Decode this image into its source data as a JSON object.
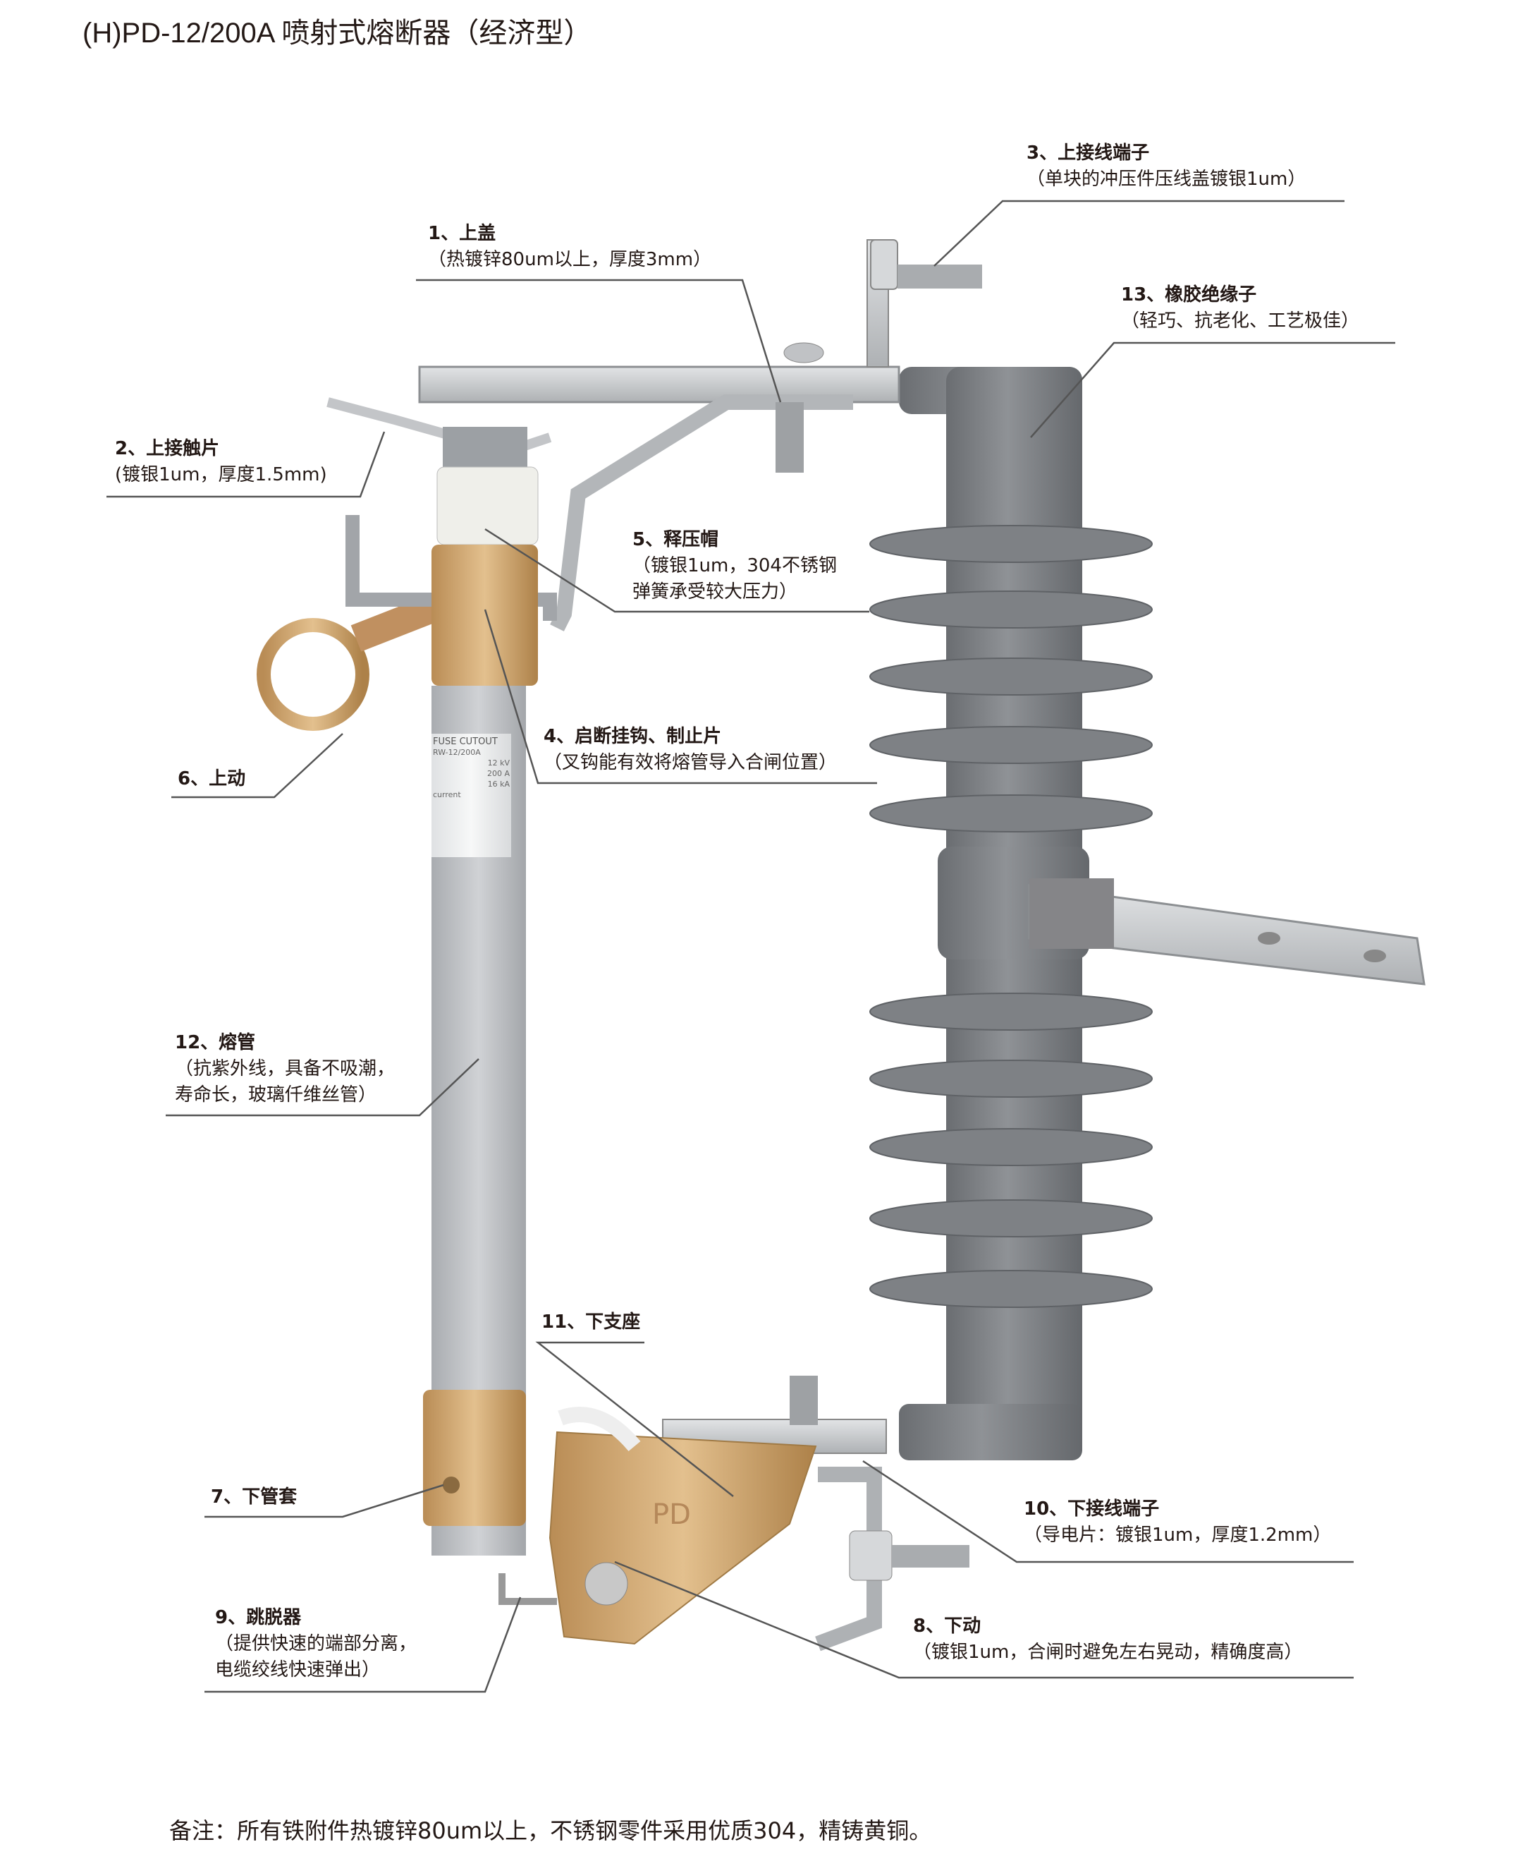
{
  "title": "(H)PD-12/200A 喷射式熔断器（经济型）",
  "tube_label": {
    "heading": "FUSE CUTOUT",
    "model": "RW-12/200A",
    "rows": [
      "12  kV",
      "200  A",
      "16  kA"
    ],
    "extra": "current"
  },
  "callouts": [
    {
      "id": "1",
      "heading": "1、上盖",
      "lines": [
        "（热镀锌80um以上，厚度3mm）"
      ]
    },
    {
      "id": "2",
      "heading": "2、上接触片",
      "lines": [
        "(镀银1um，厚度1.5mm)"
      ]
    },
    {
      "id": "3",
      "heading": "3、上接线端子",
      "lines": [
        "（单块的冲压件压线盖镀银1um）"
      ]
    },
    {
      "id": "4",
      "heading": "4、启断挂钩、制止片",
      "lines": [
        "（叉钩能有效将熔管导入合闸位置）"
      ]
    },
    {
      "id": "5",
      "heading": "5、释压帽",
      "lines": [
        "（镀银1um，304不锈钢",
        "弹簧承受较大压力）"
      ]
    },
    {
      "id": "6",
      "heading": "6、上动",
      "lines": []
    },
    {
      "id": "7",
      "heading": "7、下管套",
      "lines": []
    },
    {
      "id": "8",
      "heading": "8、下动",
      "lines": [
        "（镀银1um，合闸时避免左右晃动，精确度高）"
      ]
    },
    {
      "id": "9",
      "heading": "9、跳脱器",
      "lines": [
        "（提供快速的端部分离，",
        "电缆绞线快速弹出）"
      ]
    },
    {
      "id": "10",
      "heading": "10、下接线端子",
      "lines": [
        "（导电片：镀银1um，厚度1.2mm）"
      ]
    },
    {
      "id": "11",
      "heading": "11、下支座",
      "lines": []
    },
    {
      "id": "12",
      "heading": "12、熔管",
      "lines": [
        "（抗紫外线，具备不吸潮，",
        "寿命长，玻璃仟维丝管）"
      ]
    },
    {
      "id": "13",
      "heading": "13、橡胶绝缘子",
      "lines": [
        "（轻巧、抗老化、工艺极佳）"
      ]
    }
  ],
  "lower_mark": "PD",
  "note": "备注：所有铁附件热镀锌80um以上，不锈钢零件采用优质304，精铸黄铜。",
  "colors": {
    "insulator": "#7d8084",
    "brass": "#c9a06a",
    "steel": "#c9cbce",
    "tube": "#b8bbbf"
  }
}
